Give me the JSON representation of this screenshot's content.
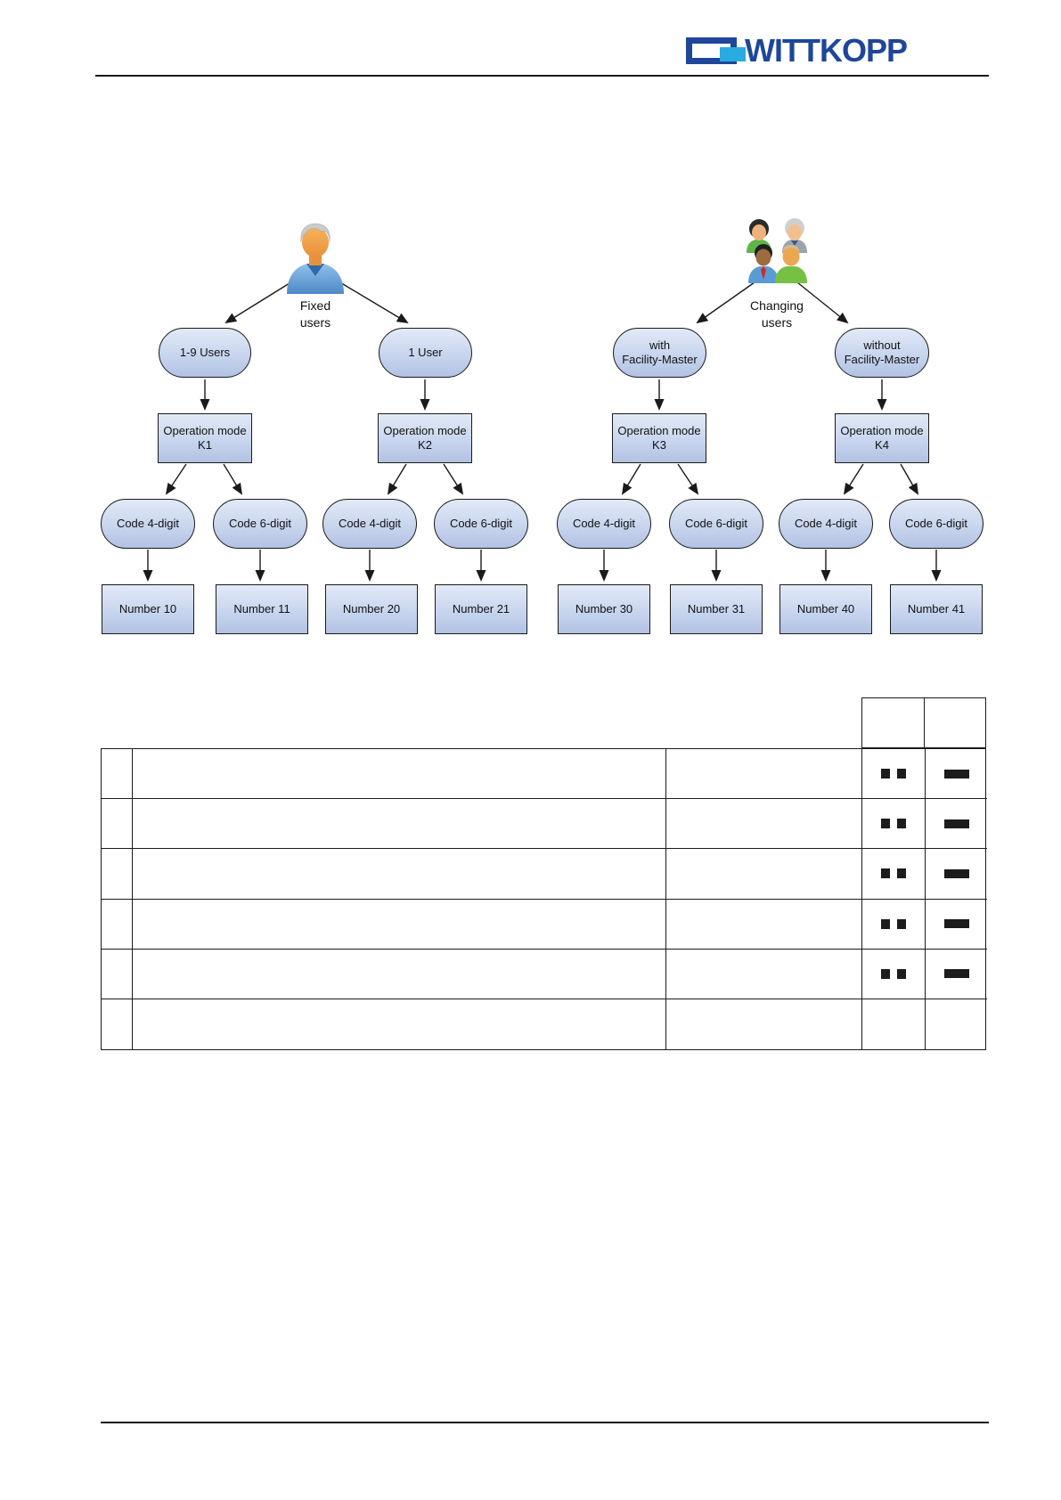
{
  "header": {
    "brand": "WITTKOPP",
    "brand_colors": {
      "navy": "#1e4699",
      "cyan": "#29abe2"
    }
  },
  "diagram": {
    "roots": [
      {
        "icon": "single-user-icon",
        "line1": "Fixed",
        "line2": "users"
      },
      {
        "icon": "user-group-icon",
        "line1": "Changing",
        "line2": "users"
      }
    ],
    "level2": [
      {
        "label": "1-9 Users"
      },
      {
        "label": "1 User"
      },
      {
        "label": "with",
        "label2": "Facility-Master"
      },
      {
        "label": "without",
        "label2": "Facility-Master"
      }
    ],
    "modes": [
      {
        "line1": "Operation mode",
        "line2": "K1"
      },
      {
        "line1": "Operation mode",
        "line2": "K2"
      },
      {
        "line1": "Operation mode",
        "line2": "K3"
      },
      {
        "line1": "Operation mode",
        "line2": "K4"
      }
    ],
    "codes": [
      {
        "label": "Code 4-digit"
      },
      {
        "label": "Code 6-digit"
      },
      {
        "label": "Code 4-digit"
      },
      {
        "label": "Code 6-digit"
      },
      {
        "label": "Code 4-digit"
      },
      {
        "label": "Code 6-digit"
      },
      {
        "label": "Code 4-digit"
      },
      {
        "label": "Code 6-digit"
      }
    ],
    "numbers": [
      {
        "label": "Number 10"
      },
      {
        "label": "Number 11"
      },
      {
        "label": "Number 20"
      },
      {
        "label": "Number 21"
      },
      {
        "label": "Number 30"
      },
      {
        "label": "Number 31"
      },
      {
        "label": "Number 40"
      },
      {
        "label": "Number 41"
      }
    ],
    "node_style": {
      "fill_top": "#e2eaf7",
      "fill_bottom": "#b2c2e3",
      "border": "#1a1a1a"
    }
  },
  "table": {
    "header_cells": [
      "",
      ""
    ],
    "rows": [
      {
        "marks": true
      },
      {
        "marks": true
      },
      {
        "marks": true
      },
      {
        "marks": true
      },
      {
        "marks": true
      },
      {
        "marks": false
      }
    ],
    "marks": {
      "squares_icon": "two-black-squares",
      "bar_icon": "black-bar"
    },
    "mark_color": "#1c1c1c"
  }
}
